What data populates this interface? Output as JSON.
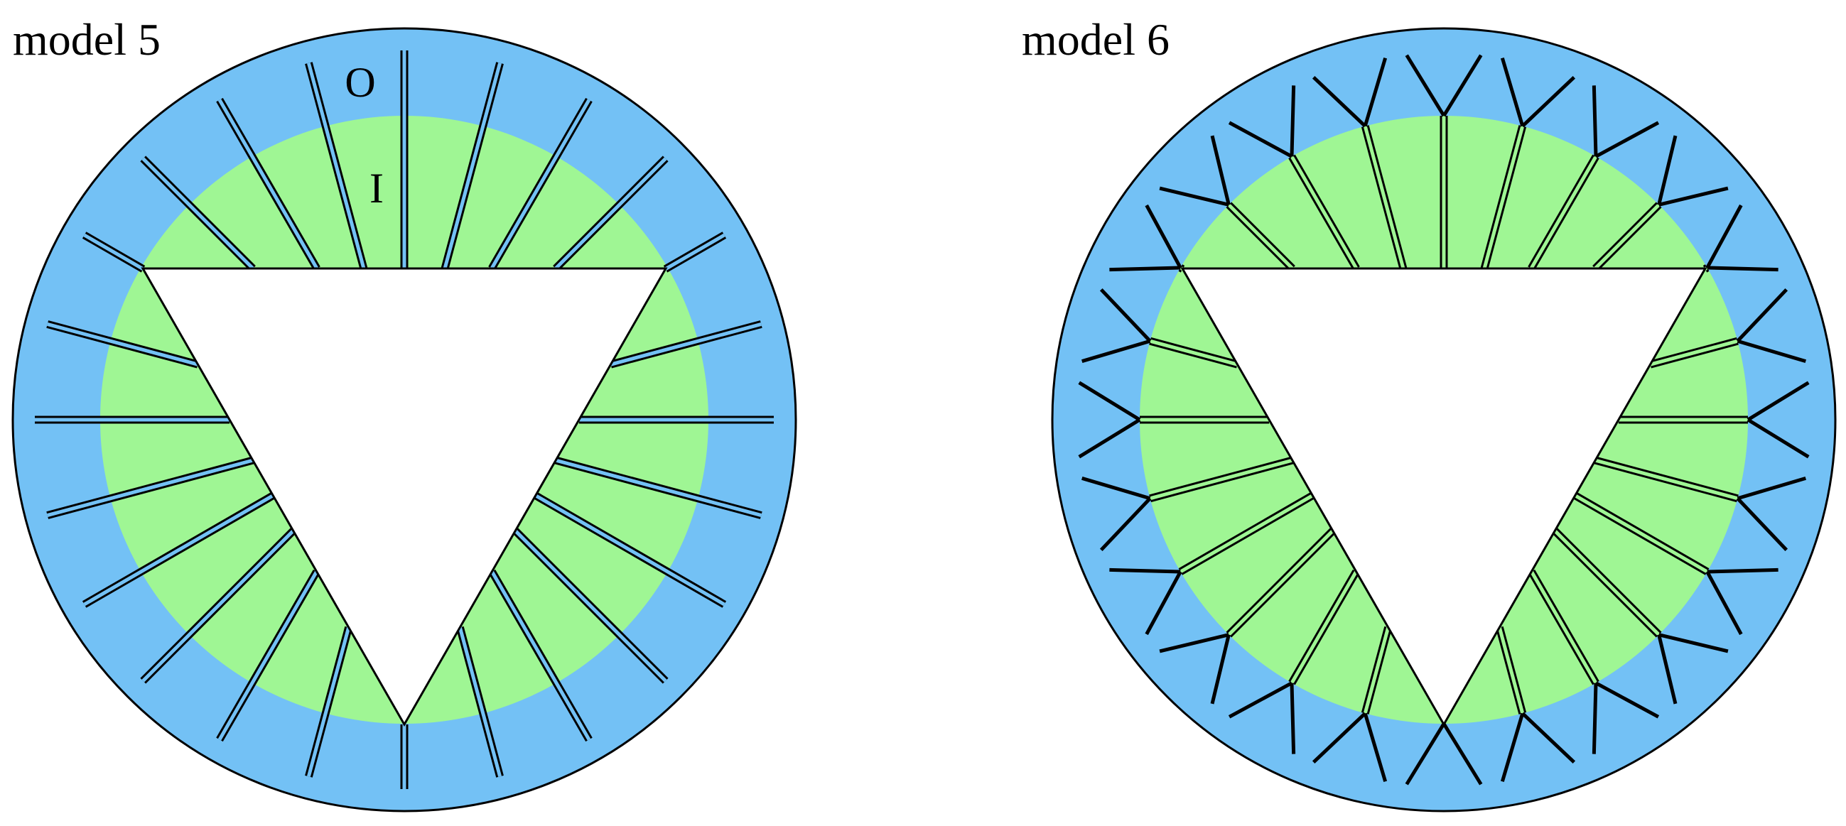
{
  "panels": [
    {
      "title": "model 5",
      "radial_count": 24,
      "outer_label": "O",
      "inner_label": "I",
      "style": "double-line"
    },
    {
      "title": "model 6",
      "radial_count": 24,
      "style": "branching"
    }
  ],
  "colors": {
    "outer_region": "#73c1f5",
    "inner_region": "#9ff694",
    "hole": "#ffffff",
    "lines": "#000000"
  }
}
